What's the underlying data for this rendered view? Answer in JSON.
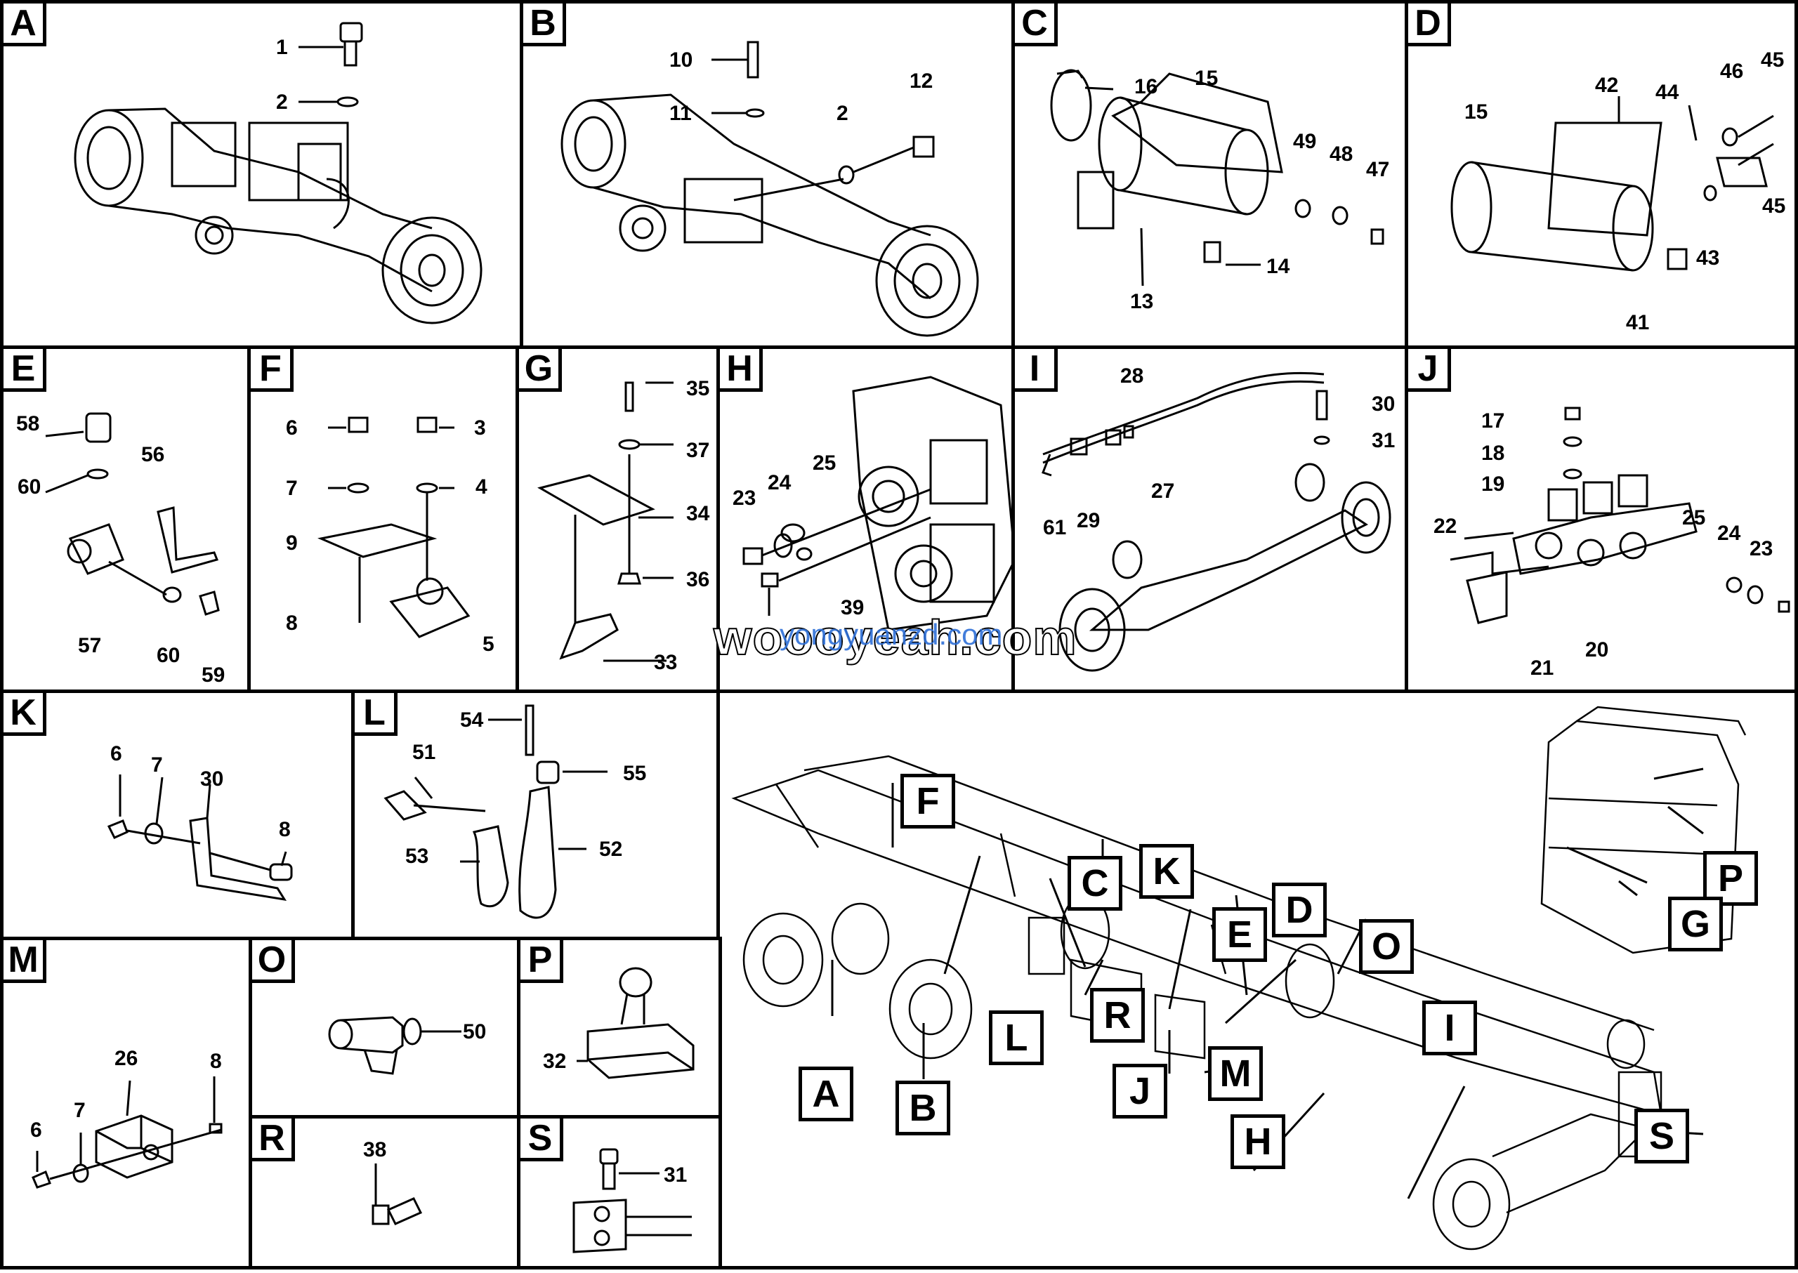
{
  "watermark": {
    "primary": "woooyeah.com",
    "secondary": "yongyuanzd.com"
  },
  "panels": {
    "A": {
      "letter": "A",
      "parts": [
        "1",
        "2"
      ]
    },
    "B": {
      "letter": "B",
      "parts": [
        "10",
        "11",
        "2",
        "12"
      ]
    },
    "C": {
      "letter": "C",
      "parts": [
        "16",
        "15",
        "49",
        "48",
        "47",
        "14",
        "13"
      ]
    },
    "D": {
      "letter": "D",
      "parts": [
        "15",
        "42",
        "44",
        "46",
        "45",
        "45",
        "43",
        "41"
      ]
    },
    "E": {
      "letter": "E",
      "parts": [
        "58",
        "60",
        "56",
        "57",
        "60",
        "59"
      ]
    },
    "F": {
      "letter": "F",
      "parts": [
        "6",
        "3",
        "7",
        "4",
        "9",
        "8",
        "5"
      ]
    },
    "G": {
      "letter": "G",
      "parts": [
        "35",
        "37",
        "34",
        "36",
        "33"
      ]
    },
    "H": {
      "letter": "H",
      "parts": [
        "23",
        "24",
        "25",
        "39"
      ]
    },
    "I": {
      "letter": "I",
      "parts": [
        "28",
        "30",
        "31",
        "61",
        "29",
        "27"
      ]
    },
    "J": {
      "letter": "J",
      "parts": [
        "17",
        "18",
        "19",
        "22",
        "25",
        "24",
        "23",
        "21",
        "20"
      ]
    },
    "K": {
      "letter": "K",
      "parts": [
        "6",
        "7",
        "30",
        "8"
      ]
    },
    "L": {
      "letter": "L",
      "parts": [
        "54",
        "55",
        "51",
        "53",
        "52"
      ]
    },
    "M": {
      "letter": "M",
      "parts": [
        "26",
        "8",
        "6",
        "7"
      ]
    },
    "O": {
      "letter": "O",
      "parts": [
        "50"
      ]
    },
    "P": {
      "letter": "P",
      "parts": [
        "32"
      ]
    },
    "R": {
      "letter": "R",
      "parts": [
        "38"
      ]
    },
    "S": {
      "letter": "S",
      "parts": [
        "31"
      ]
    }
  },
  "overview_callouts": [
    "F",
    "C",
    "K",
    "D",
    "E",
    "O",
    "P",
    "G",
    "L",
    "R",
    "J",
    "M",
    "I",
    "H",
    "S",
    "A",
    "B"
  ]
}
